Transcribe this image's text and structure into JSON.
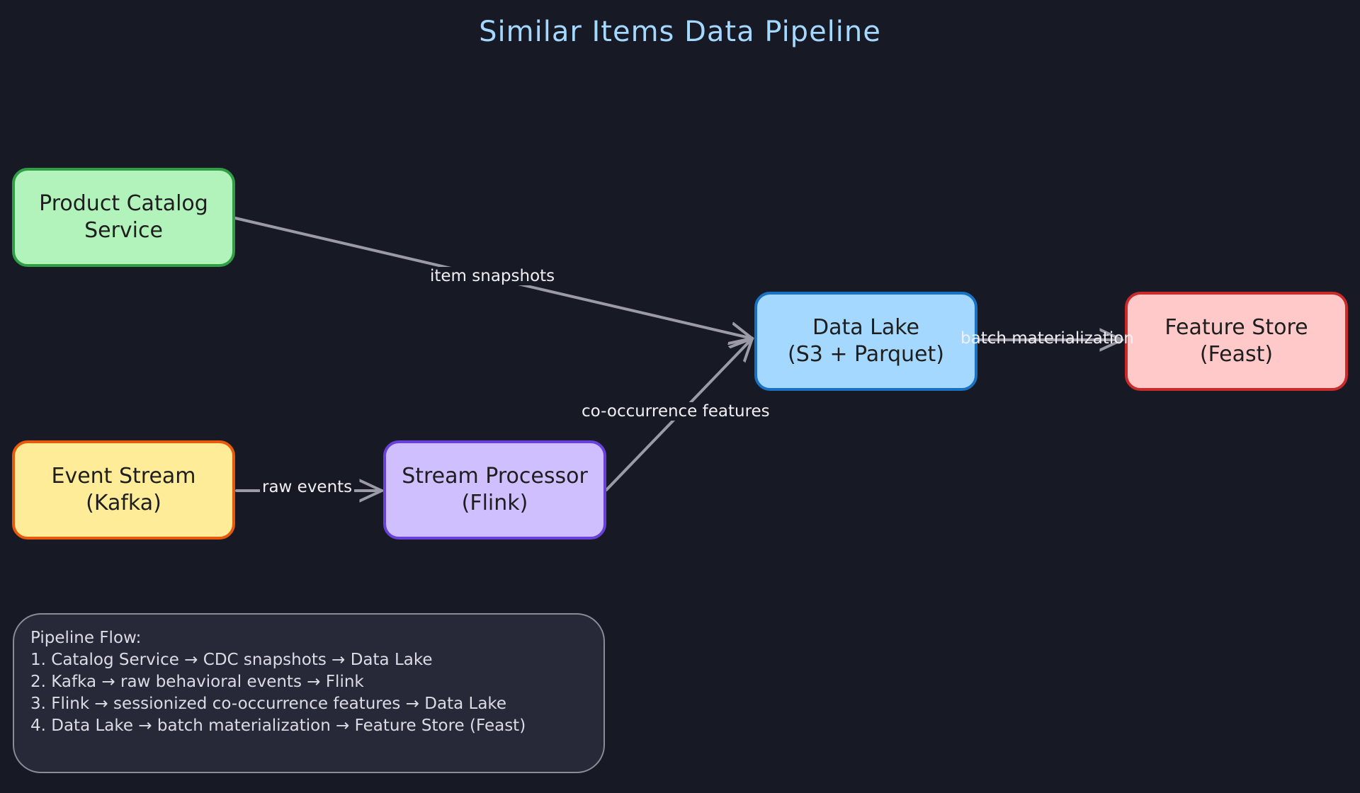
{
  "title": "Similar Items Data Pipeline",
  "colors": {
    "background": "#171925",
    "title": "#a5d8ff",
    "edge": "#9a9ba6"
  },
  "nodes": {
    "catalog": {
      "label": "Product Catalog\nService",
      "fill": "#b2f2bb",
      "stroke": "#2f9e44"
    },
    "events": {
      "label": "Event Stream\n(Kafka)",
      "fill": "#ffec99",
      "stroke": "#e8590c"
    },
    "processor": {
      "label": "Stream Processor\n(Flink)",
      "fill": "#d0bfff",
      "stroke": "#6741d9"
    },
    "lake": {
      "label": "Data Lake\n(S3 + Parquet)",
      "fill": "#a5d8ff",
      "stroke": "#1971c2"
    },
    "store": {
      "label": "Feature Store\n(Feast)",
      "fill": "#ffc9c9",
      "stroke": "#c92a2a"
    }
  },
  "edges": {
    "snapshots": "item snapshots",
    "raw": "raw events",
    "cooc": "co-occurrence features",
    "batch": "batch materialization"
  },
  "legend": {
    "heading": "Pipeline Flow:",
    "steps": [
      "1. Catalog Service → CDC snapshots → Data Lake",
      "2. Kafka → raw behavioral events → Flink",
      "3. Flink → sessionized co-occurrence features → Data Lake",
      "4. Data Lake → batch materialization → Feature Store (Feast)"
    ]
  }
}
